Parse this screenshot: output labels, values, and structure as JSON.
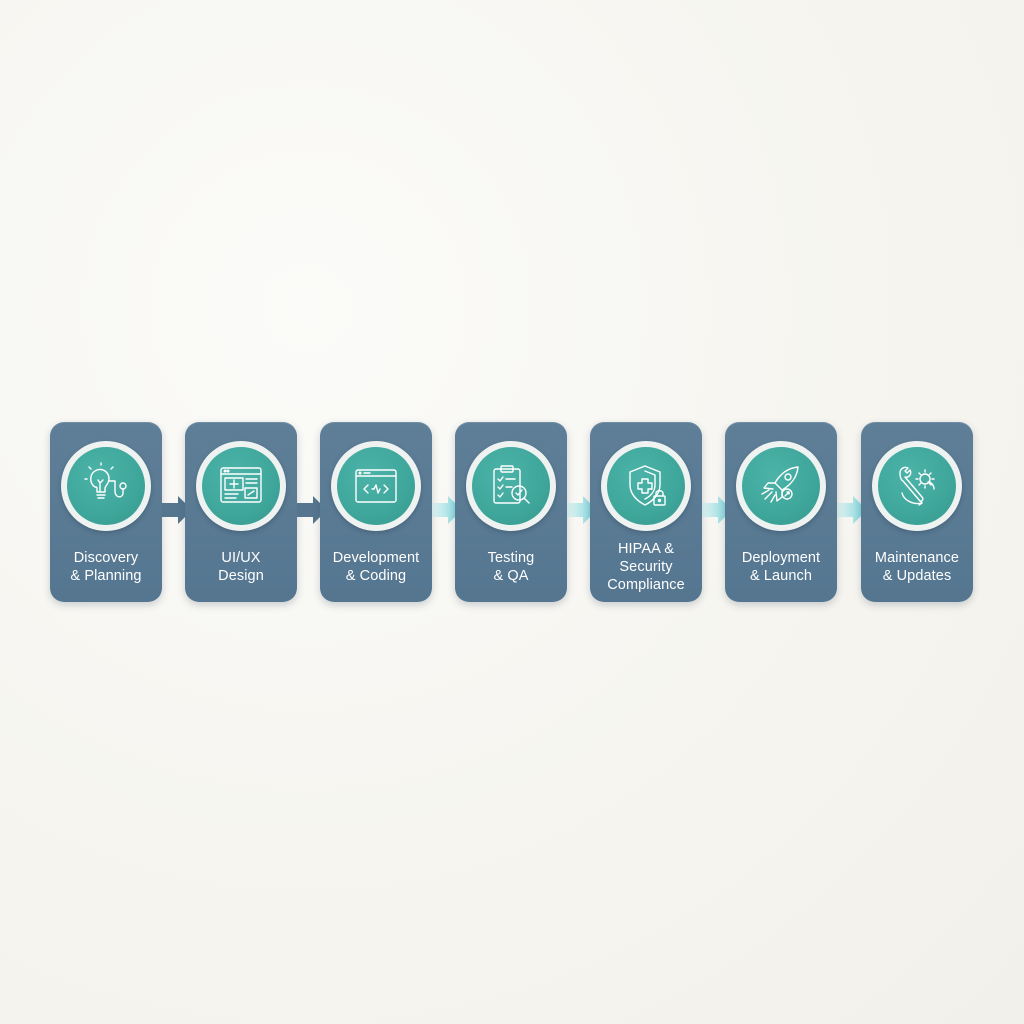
{
  "colors": {
    "card": "#5a7a93",
    "icon_circle": "#3fa69b",
    "ring": "#eef3f2",
    "arrow_dark": "#56768f",
    "arrow_light": "#7fd8df"
  },
  "steps": [
    {
      "label_lines": [
        "Discovery",
        "& Planning"
      ],
      "icon": "lightbulb-stethoscope-icon"
    },
    {
      "label_lines": [
        "UI/UX",
        "Design"
      ],
      "icon": "wireframe-icon"
    },
    {
      "label_lines": [
        "Development",
        "& Coding"
      ],
      "icon": "code-window-icon"
    },
    {
      "label_lines": [
        "Testing",
        "& QA"
      ],
      "icon": "clipboard-check-icon"
    },
    {
      "label_lines": [
        "HIPAA &",
        "Security",
        "Compliance"
      ],
      "icon": "shield-lock-icon"
    },
    {
      "label_lines": [
        "Deployment",
        "& Launch"
      ],
      "icon": "rocket-icon"
    },
    {
      "label_lines": [
        "Maintenance",
        "& Updates"
      ],
      "icon": "wrench-gear-icon"
    }
  ]
}
